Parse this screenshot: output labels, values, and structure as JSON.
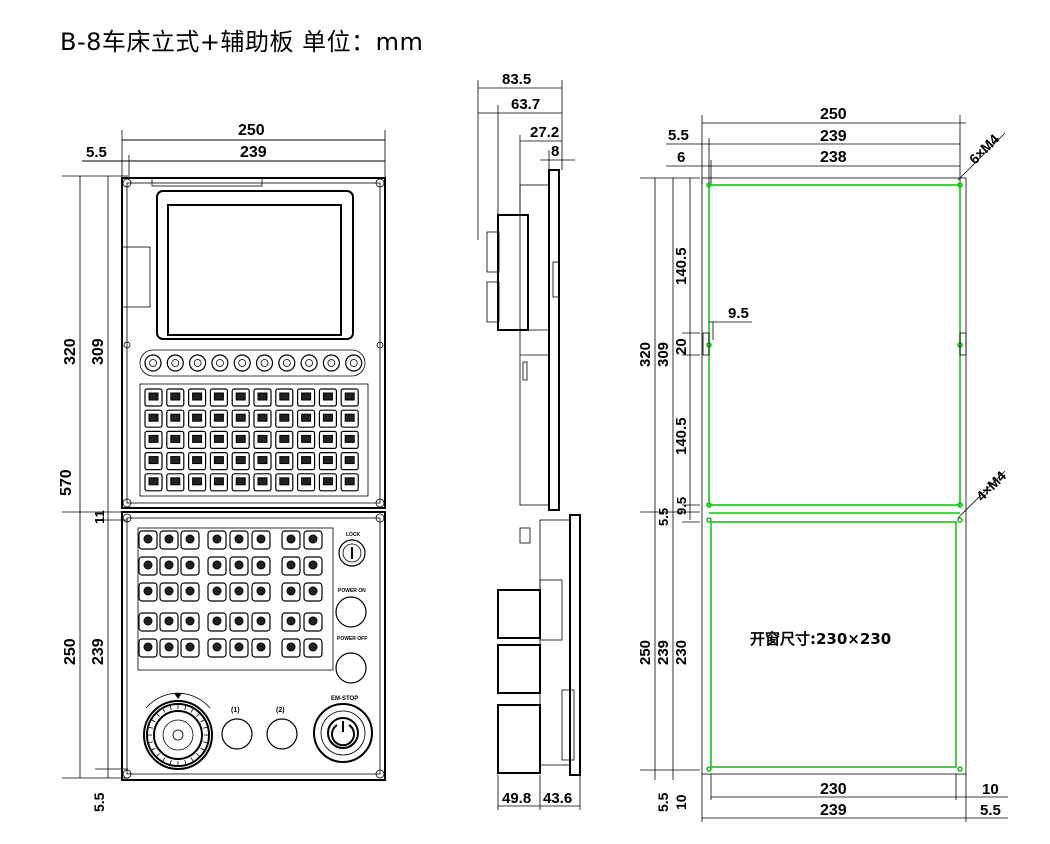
{
  "title": "B-8车床立式+辅助板  单位：mm",
  "front": {
    "top_w_outer": "250",
    "top_w_inner": "239",
    "top_offset": "5.5",
    "total_h": "570",
    "upper_h_outer": "320",
    "upper_h_inner": "309",
    "lower_h_outer": "250",
    "lower_h_inner": "239",
    "bottom_off": "5.5",
    "small_off": "11"
  },
  "front_labels": {
    "lock": "LOCK",
    "power_on": "POWER ON",
    "power_off": "POWER OFF",
    "em_stop": "EM-STOP",
    "btn_a": "(1)",
    "btn_b": "(2)"
  },
  "side": {
    "d1": "83.5",
    "d2": "63.7",
    "d3": "27.2",
    "d4": "8",
    "b1": "49.8",
    "b2": "43.6"
  },
  "cutout": {
    "w_outer": "250",
    "w_inner": "239",
    "w_hole": "238",
    "off_a": "5.5",
    "off_b": "6",
    "holes_top": "6×M4",
    "holes_mid": "4×M4",
    "h_140_a": "140.5",
    "h_20": "20",
    "h_140_b": "140.5",
    "h_9_5_side": "9.5",
    "h_320": "320",
    "h_309": "309",
    "h_5_5": "5.5",
    "h_9_5": "9.5",
    "h_250": "250",
    "h_239": "239",
    "h_230": "230",
    "bottom_w_230": "230",
    "bottom_w_239": "239",
    "bottom_10": "10",
    "bottom_5_5": "5.5",
    "left_5_5": "5.5",
    "left_10": "10",
    "window": "开窗尺寸:230×230"
  }
}
